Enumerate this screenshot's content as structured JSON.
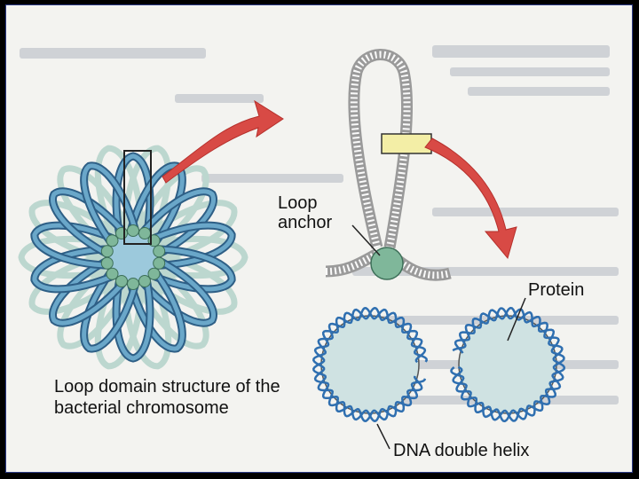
{
  "labels": {
    "loop_anchor": "Loop anchor",
    "protein": "Protein",
    "dna_helix": "DNA double helix",
    "caption": "Loop domain structure of the bacterial chromosome"
  },
  "colors": {
    "loop_fill": "#6aa7c9",
    "loop_stroke": "#2e5f86",
    "core": "#9cc9dc",
    "bead": "#7fb79a",
    "arrow": "#d84a45",
    "highlight": "#f3eea6",
    "protein": "#cfe2e2",
    "helix": "#2f6fb0",
    "rope": "#8a8a8a"
  }
}
